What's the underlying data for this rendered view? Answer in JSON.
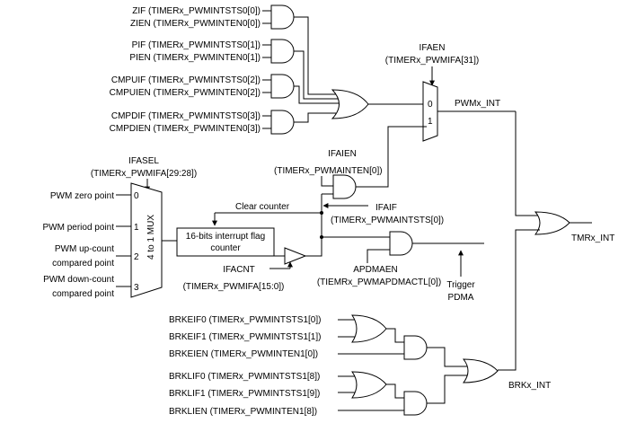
{
  "signals": {
    "zif": "ZIF (TIMERx_PWMINTSTS0[0])",
    "zien": "ZIEN (TIMERx_PWMINTEN0[0])",
    "pif": "PIF (TIMERx_PWMINTSTS0[1])",
    "pien": "PIEN (TIMERx_PWMINTEN0[1])",
    "cmpuif": "CMPUIF (TIMERx_PWMINTSTS0[2])",
    "cmpuien": "CMPUIEN (TIMERx_PWMINTEN0[2])",
    "cmpdif": "CMPDIF (TIMERx_PWMINTSTS0[3])",
    "cmpdien": "CMPDIEN (TIMERx_PWMINTEN0[3])"
  },
  "ifaen": {
    "name": "IFAEN",
    "reg": "(TIMERx_PWMIFA[31])"
  },
  "mux2": {
    "in0": "0",
    "in1": "1"
  },
  "pwm_int": "PWMx_INT",
  "tmr_int": "TMRx_INT",
  "brk_int": "BRKx_INT",
  "ifasel": {
    "name": "IFASEL",
    "reg": "(TIMERx_PWMIFA[29:28])"
  },
  "mux4": {
    "label": "4 to 1 MUX",
    "inputs": [
      {
        "num": "0",
        "label": "PWM zero point"
      },
      {
        "num": "1",
        "label": "PWM period point"
      },
      {
        "num": "2",
        "label": "PWM up-count",
        "label2": "compared point"
      },
      {
        "num": "3",
        "label": "PWM down-count",
        "label2": "compared point"
      }
    ]
  },
  "ifaien": {
    "name": "IFAIEN",
    "reg": "(TIMERx_PWMAINTEN[0])"
  },
  "clear_counter": "Clear counter",
  "ifaif": {
    "name": "IFAIF",
    "reg": "(TIMERx_PWMAINTSTS[0])"
  },
  "counter": {
    "line1": "16-bits interrupt flag",
    "line2": "counter"
  },
  "ifacnt": {
    "name": "IFACNT",
    "reg": "(TIMERx_PWMIFA[15:0])"
  },
  "apdmaen": {
    "name": "APDMAEN",
    "reg": "(TIEMRx_PWMAPDMACTL[0])"
  },
  "trigger": {
    "line1": "Trigger",
    "line2": "PDMA"
  },
  "brk": {
    "brkeif0": "BRKEIF0 (TIMERx_PWMINTSTS1[0])",
    "brkeif1": "BRKEIF1 (TIMERx_PWMINTSTS1[1])",
    "brkeien": "BRKEIEN (TIMERx_PWMINTEN1[0])",
    "brklif0": "BRKLIF0 (TIMERx_PWMINTSTS1[8])",
    "brklif1": "BRKLIF1 (TIMERx_PWMINTSTS1[9])",
    "brklien": "BRKLIEN (TIMERx_PWMINTEN1[8])"
  }
}
